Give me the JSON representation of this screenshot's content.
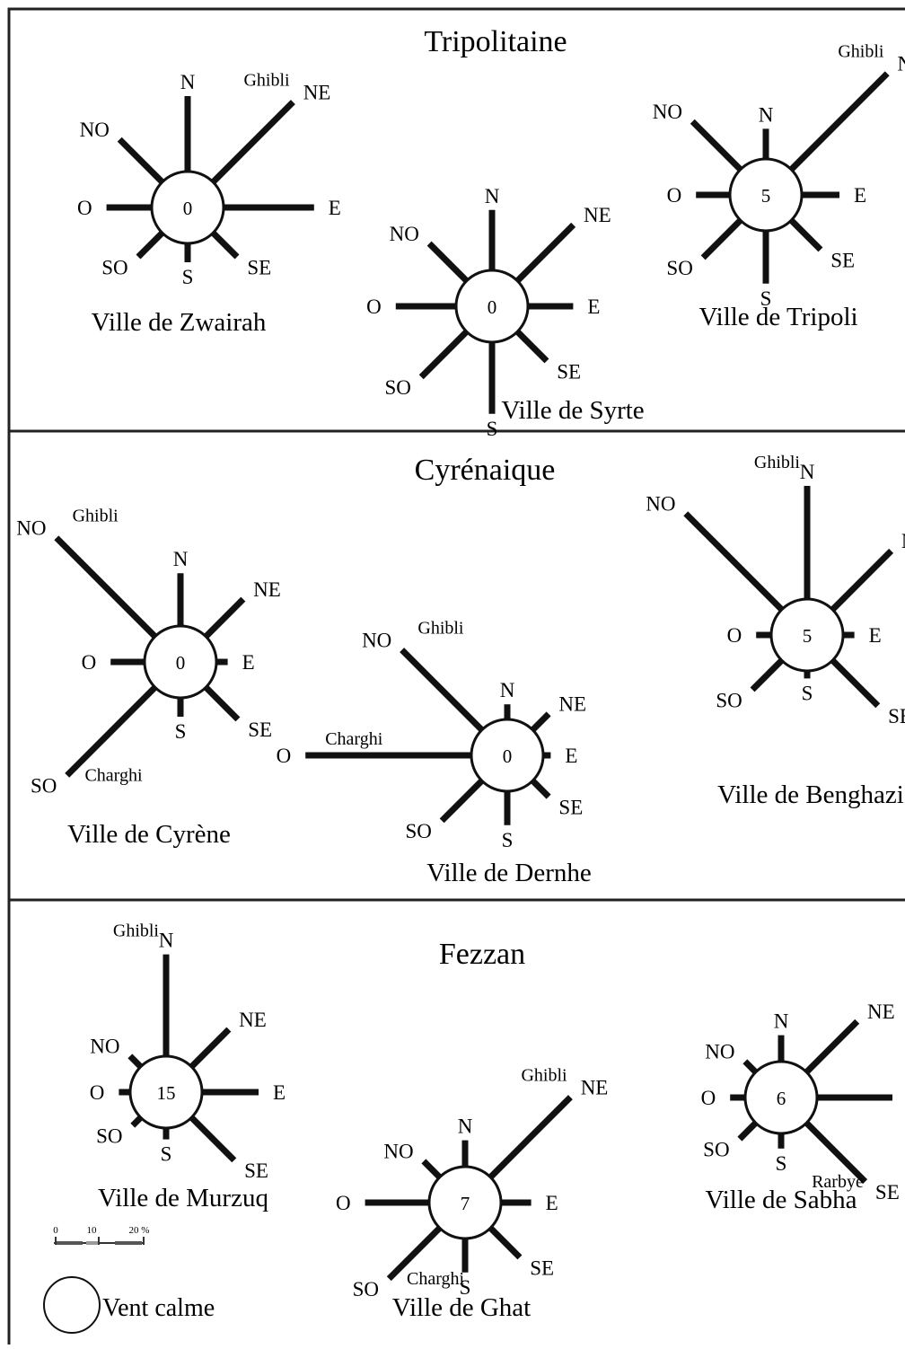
{
  "regions": [
    {
      "name": "Tripolitaine",
      "roses": [
        {
          "city": "Ville de Zwairah",
          "calm": "0",
          "spokes": [
            {
              "dir": "N",
              "pct": 20
            },
            {
              "dir": "NE",
              "pct": 30,
              "wind": "Ghibli"
            },
            {
              "dir": "E",
              "pct": 24
            },
            {
              "dir": "SE",
              "pct": 9
            },
            {
              "dir": "S",
              "pct": 5
            },
            {
              "dir": "SO",
              "pct": 9
            },
            {
              "dir": "O",
              "pct": 12
            },
            {
              "dir": "NO",
              "pct": 16
            }
          ]
        },
        {
          "city": "Ville de Syrte",
          "calm": "0",
          "spokes": [
            {
              "dir": "N",
              "pct": 16
            },
            {
              "dir": "NE",
              "pct": 21
            },
            {
              "dir": "E",
              "pct": 12
            },
            {
              "dir": "SE",
              "pct": 11
            },
            {
              "dir": "S",
              "pct": 19
            },
            {
              "dir": "SO",
              "pct": 17
            },
            {
              "dir": "O",
              "pct": 16
            },
            {
              "dir": "NO",
              "pct": 14
            }
          ]
        },
        {
          "city": "Ville de Tripoli",
          "calm": "5",
          "spokes": [
            {
              "dir": "N",
              "pct": 8
            },
            {
              "dir": "NE",
              "pct": 36,
              "wind": "Ghibli"
            },
            {
              "dir": "E",
              "pct": 10
            },
            {
              "dir": "SE",
              "pct": 11
            },
            {
              "dir": "S",
              "pct": 14
            },
            {
              "dir": "SO",
              "pct": 14
            },
            {
              "dir": "O",
              "pct": 9
            },
            {
              "dir": "NO",
              "pct": 18
            }
          ]
        }
      ]
    },
    {
      "name": "Cyrénaique",
      "roses": [
        {
          "city": "Ville de Cyrène",
          "calm": "0",
          "spokes": [
            {
              "dir": "N",
              "pct": 14
            },
            {
              "dir": "NE",
              "pct": 14
            },
            {
              "dir": "E",
              "pct": 3
            },
            {
              "dir": "SE",
              "pct": 12
            },
            {
              "dir": "S",
              "pct": 5
            },
            {
              "dir": "SO",
              "pct": 33,
              "wind": "Charghi"
            },
            {
              "dir": "O",
              "pct": 9
            },
            {
              "dir": "NO",
              "pct": 37,
              "wind": "Ghibli"
            }
          ]
        },
        {
          "city": "Ville de Dernhe",
          "calm": "0",
          "spokes": [
            {
              "dir": "N",
              "pct": 4
            },
            {
              "dir": "NE",
              "pct": 6
            },
            {
              "dir": "E",
              "pct": 2
            },
            {
              "dir": "SE",
              "pct": 6
            },
            {
              "dir": "S",
              "pct": 9
            },
            {
              "dir": "SO",
              "pct": 15
            },
            {
              "dir": "O",
              "pct": 44,
              "wind": "Charghi"
            },
            {
              "dir": "NO",
              "pct": 30,
              "wind": "Ghibli"
            }
          ]
        },
        {
          "city": "Ville de Benghazi",
          "calm": "5",
          "spokes": [
            {
              "dir": "N",
              "pct": 30,
              "wind": "Ghibli"
            },
            {
              "dir": "NE",
              "pct": 22
            },
            {
              "dir": "E",
              "pct": 3
            },
            {
              "dir": "SE",
              "pct": 17
            },
            {
              "dir": "S",
              "pct": 2
            },
            {
              "dir": "SO",
              "pct": 11
            },
            {
              "dir": "O",
              "pct": 4
            },
            {
              "dir": "NO",
              "pct": 36
            }
          ]
        }
      ]
    },
    {
      "name": "Fezzan",
      "roses": [
        {
          "city": "Ville de Murzuq",
          "calm": "15",
          "spokes": [
            {
              "dir": "N",
              "pct": 27,
              "wind": "Ghibli"
            },
            {
              "dir": "NE",
              "pct": 14
            },
            {
              "dir": "E",
              "pct": 15
            },
            {
              "dir": "SE",
              "pct": 16
            },
            {
              "dir": "S",
              "pct": 3
            },
            {
              "dir": "SO",
              "pct": 3
            },
            {
              "dir": "O",
              "pct": 3
            },
            {
              "dir": "NO",
              "pct": 4
            }
          ]
        },
        {
          "city": "Ville de Ghat",
          "calm": "7",
          "spokes": [
            {
              "dir": "N",
              "pct": 7
            },
            {
              "dir": "NE",
              "pct": 30,
              "wind": "Ghibli"
            },
            {
              "dir": "E",
              "pct": 8
            },
            {
              "dir": "SE",
              "pct": 11
            },
            {
              "dir": "S",
              "pct": 9
            },
            {
              "dir": "SO",
              "pct": 19,
              "wind": "Charghi"
            },
            {
              "dir": "O",
              "pct": 17
            },
            {
              "dir": "NO",
              "pct": 6
            }
          ]
        },
        {
          "city": "Ville de Sabha",
          "calm": "6",
          "spokes": [
            {
              "dir": "N",
              "pct": 7
            },
            {
              "dir": "NE",
              "pct": 19
            },
            {
              "dir": "E",
              "pct": 20
            },
            {
              "dir": "SE",
              "pct": 22,
              "wind": "Rarbye"
            },
            {
              "dir": "S",
              "pct": 4
            },
            {
              "dir": "SO",
              "pct": 6
            },
            {
              "dir": "O",
              "pct": 4
            },
            {
              "dir": "NO",
              "pct": 4
            }
          ]
        }
      ]
    }
  ],
  "legend": {
    "scale_ticks": [
      "0",
      "10",
      "20 %"
    ],
    "calm_label": "Vent calme"
  }
}
